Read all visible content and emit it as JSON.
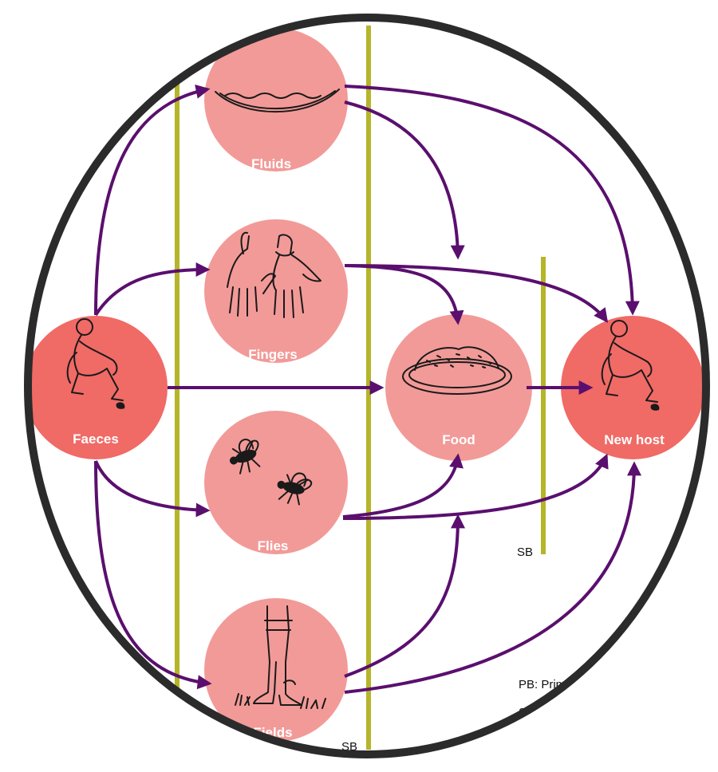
{
  "nodes": {
    "faeces": "Faeces",
    "fluids": "Fluids",
    "fingers": "Fingers",
    "flies": "Flies",
    "fields": "Fields",
    "food": "Food",
    "new_host": "New host"
  },
  "barrier_labels": {
    "sb_right": "SB",
    "sb_bottom": "SB"
  },
  "legend": {
    "pb": "PB: Prim",
    "sb": "SB: S"
  },
  "colors": {
    "node_fill": "#f29a98",
    "endpoint_fill": "#f06a66",
    "arrow": "#5a0f6e",
    "barrier": "#b5b52a",
    "frame": "#2b2b2b"
  }
}
